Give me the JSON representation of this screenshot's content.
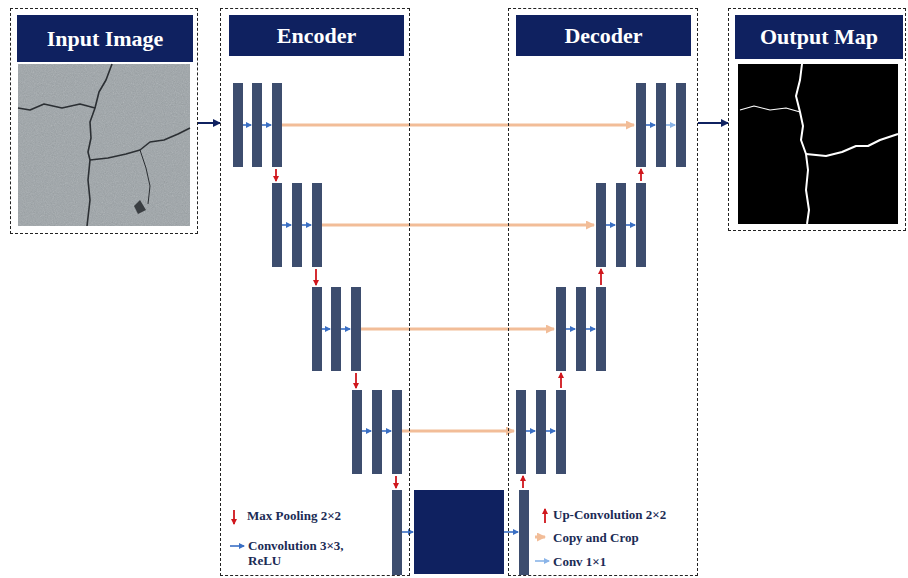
{
  "diagram": {
    "nodes": [
      {
        "text": [
          "Input Image"
        ]
      },
      {
        "text": [
          "Encoder"
        ]
      },
      {
        "text": [
          "Decoder"
        ]
      },
      {
        "text": [
          "Output Map"
        ]
      }
    ],
    "edges": [
      {
        "from": 0,
        "to": 1,
        "arrow": "to"
      },
      {
        "from": 2,
        "to": 3,
        "arrow": "to"
      }
    ],
    "legend": [
      {
        "text": "Max Pooling 2×2"
      },
      {
        "text": "Convolution 3×3, ReLU"
      },
      {
        "text": "Up-Convolution 2×2"
      },
      {
        "text": "Copy and Crop"
      },
      {
        "text": "Conv 1×1"
      }
    ]
  }
}
